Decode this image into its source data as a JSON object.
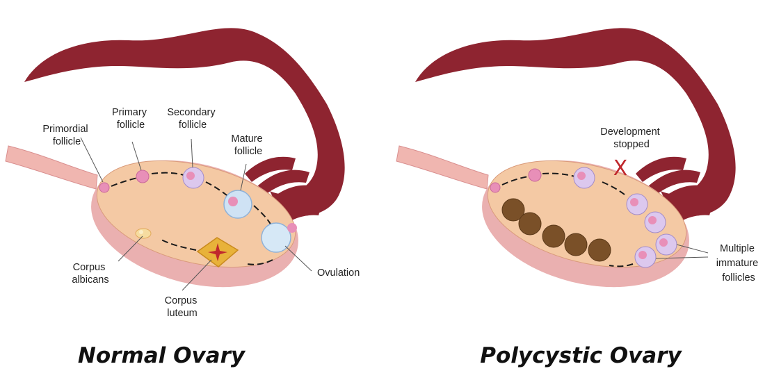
{
  "colors": {
    "tube": "#8e2430",
    "tube_light": "#a33a44",
    "ovary": "#f4c9a4",
    "ovary_rim": "#e8a8a8",
    "stalk": "#f0b6b0",
    "follicle": "#e88fb8",
    "follicle_ring": "#d8c6ec",
    "cyst": "#7a5028",
    "x_mark": "#c0282d"
  },
  "normal": {
    "title": "Normal Ovary",
    "labels": {
      "primordial": [
        "Primordial",
        "follicle"
      ],
      "primary": [
        "Primary",
        "follicle"
      ],
      "secondary": [
        "Secondary",
        "follicle"
      ],
      "mature": [
        "Mature",
        "follicle"
      ],
      "ovulation": [
        "Ovulation"
      ],
      "corpus_albicans": [
        "Corpus",
        "albicans"
      ],
      "corpus_luteum": [
        "Corpus",
        "luteum"
      ]
    }
  },
  "polycystic": {
    "title": "Polycystic Ovary",
    "labels": {
      "development": [
        "Development",
        "stopped"
      ],
      "multiple": [
        "Multiple",
        "immature",
        "follicles"
      ]
    },
    "mark": "X"
  }
}
